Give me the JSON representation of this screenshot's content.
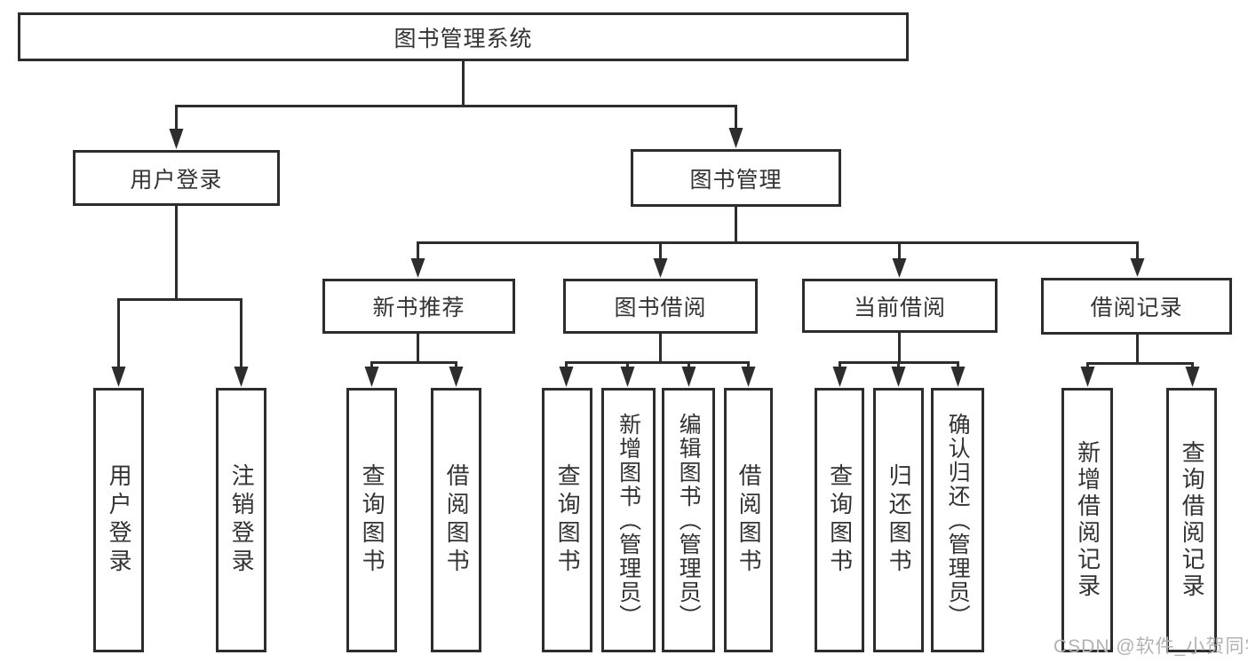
{
  "tree": {
    "label": "图书管理系统",
    "children": [
      {
        "label": "用户登录",
        "children": [
          {
            "label": "用户登录"
          },
          {
            "label": "注销登录"
          }
        ]
      },
      {
        "label": "图书管理",
        "children": [
          {
            "label": "新书推荐",
            "children": [
              {
                "label": "查询图书"
              },
              {
                "label": "借阅图书"
              }
            ]
          },
          {
            "label": "图书借阅",
            "children": [
              {
                "label": "查询图书"
              },
              {
                "label": "新增图书（管理员）"
              },
              {
                "label": "编辑图书（管理员）"
              },
              {
                "label": "借阅图书"
              }
            ]
          },
          {
            "label": "当前借阅",
            "children": [
              {
                "label": "查询图书"
              },
              {
                "label": "归还图书"
              },
              {
                "label": "确认归还（管理员）"
              }
            ]
          },
          {
            "label": "借阅记录",
            "children": [
              {
                "label": "新增借阅记录"
              },
              {
                "label": "查询借阅记录"
              }
            ]
          }
        ]
      }
    ]
  },
  "watermark": "CSDN @软件_小贺同学",
  "colors": {
    "line": "#2d2d2d",
    "text": "#333333",
    "watermark": "#b2b2b2",
    "background": "#ffffff"
  }
}
